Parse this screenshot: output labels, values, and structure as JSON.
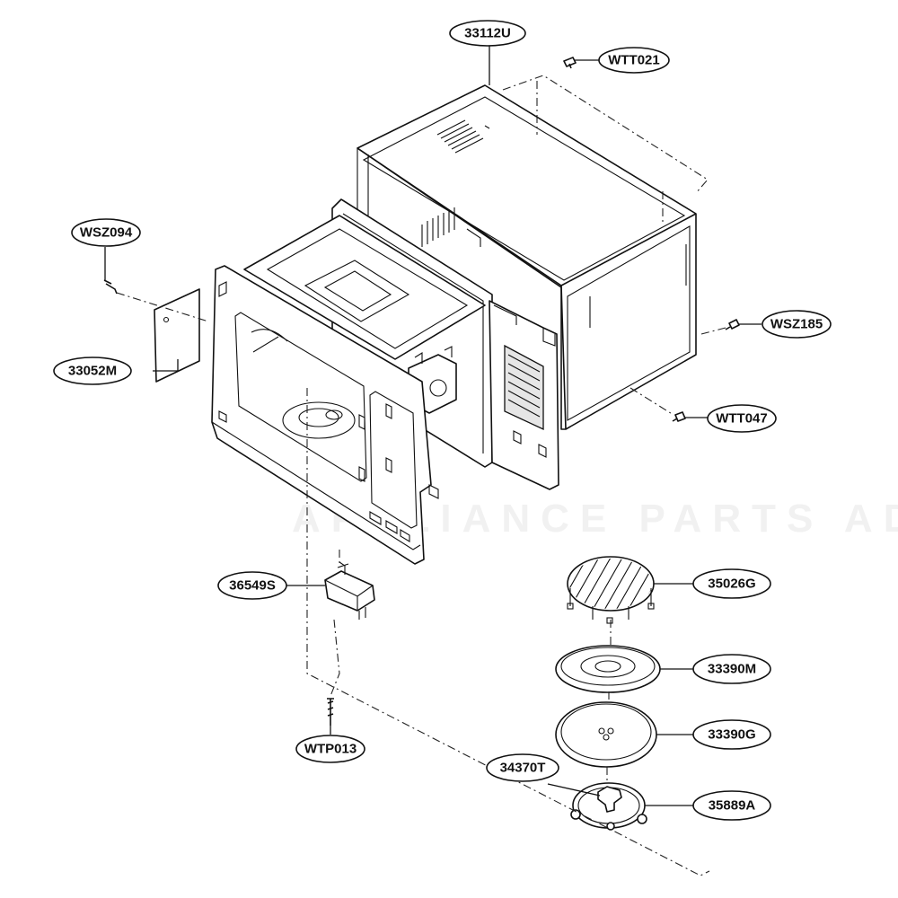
{
  "diagram": {
    "type": "exploded-parts-view",
    "watermark": "APPLIANCE PARTS ADVENTURE"
  },
  "parts": [
    {
      "id": "p-33112U",
      "label": "33112U"
    },
    {
      "id": "p-WTT021",
      "label": "WTT021"
    },
    {
      "id": "p-WSZ094",
      "label": "WSZ094"
    },
    {
      "id": "p-33052M",
      "label": "33052M"
    },
    {
      "id": "p-WSZ185",
      "label": "WSZ185"
    },
    {
      "id": "p-WTT047",
      "label": "WTT047"
    },
    {
      "id": "p-36549S",
      "label": "36549S"
    },
    {
      "id": "p-35026G",
      "label": "35026G"
    },
    {
      "id": "p-33390M",
      "label": "33390M"
    },
    {
      "id": "p-33390G",
      "label": "33390G"
    },
    {
      "id": "p-34370T",
      "label": "34370T"
    },
    {
      "id": "p-35889A",
      "label": "35889A"
    },
    {
      "id": "p-WTP013",
      "label": "WTP013"
    }
  ]
}
